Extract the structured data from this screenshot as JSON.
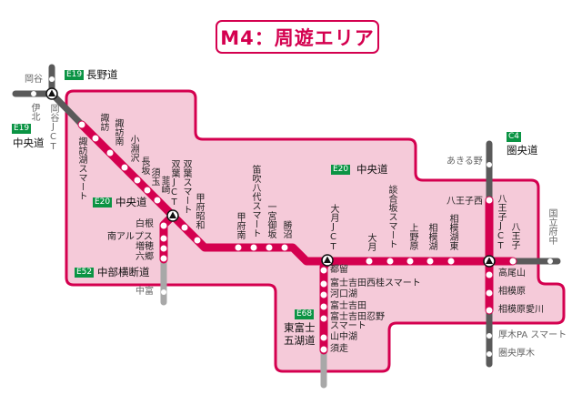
{
  "title": "M4：周遊エリア",
  "colors": {
    "area_fill": "#f5cad9",
    "area_border": "#d4004f",
    "route_active": "#d4004f",
    "route_outside": "#5a5a5a",
    "route_outside_light": "#a8a8a8",
    "badge": "#0b9444"
  },
  "routes": {
    "nagano": {
      "code": "E19",
      "name": "長野道"
    },
    "chuo_west": {
      "code": "E19",
      "name": "中央道"
    },
    "chuo_main": {
      "code": "E20",
      "name": "中央道"
    },
    "chuo_east": {
      "code": "E20",
      "name": "中央道"
    },
    "chubu_odan": {
      "code": "E52",
      "name": "中部横断道"
    },
    "higashi_fuji_goko": {
      "code": "E68",
      "name_line1": "東富士",
      "name_line2": "五湖道"
    },
    "kenodo": {
      "code": "C4",
      "name": "圏央道"
    }
  },
  "outside_area": {
    "okaya": "岡谷",
    "ina_kita": "伊北",
    "okaya_jct": "岡谷JCT",
    "nakatomi": "中富",
    "akiruno": "あきる野",
    "kunitachi_fuchu": "国立府中",
    "atsugi_pa_smart": "厚木PA スマート",
    "kenou_atsugi": "圏央厚木"
  },
  "chuo_interchanges": [
    "諏訪湖スマート",
    "諏訪",
    "諏訪南",
    "小淵沢",
    "長坂",
    "須玉",
    "韮崎",
    "双葉JCT",
    "双葉スマート",
    "甲府昭和",
    "甲府南",
    "笛吹八代スマート",
    "一宮御坂",
    "勝沼",
    "大月JCT",
    "大月",
    "談合坂スマート",
    "上野原",
    "相模湖",
    "相模湖東",
    "八王子JCT",
    "八王子"
  ],
  "chubu_odan_interchanges": [
    "白根",
    "南アルプス",
    "増穂",
    "六郷"
  ],
  "higashi_fuji_interchanges": [
    "都留",
    "富士吉田西桂スマート",
    "河口湖",
    "富士吉田",
    {
      "line1": "富士吉田忍野",
      "line2": "スマート"
    },
    "山中湖",
    "須走"
  ],
  "kenodo_interchanges": [
    "八王子西",
    "高尾山",
    "相模原",
    "相模原愛川"
  ]
}
